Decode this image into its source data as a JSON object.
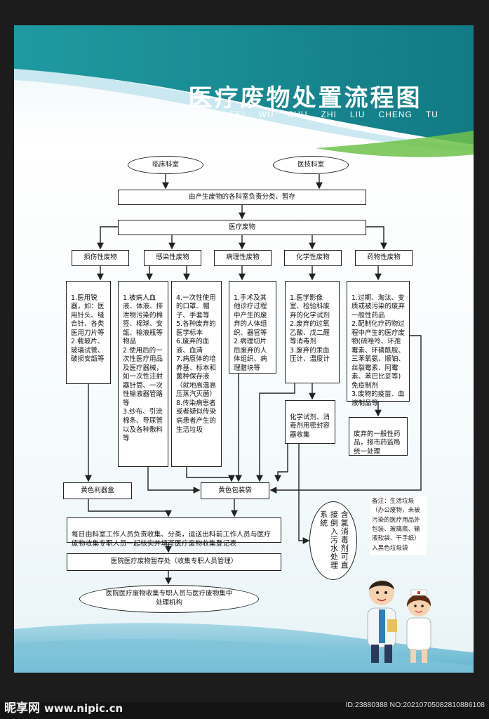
{
  "poster": {
    "title": "医疗废物处置流程图",
    "pinyin": [
      "YI",
      "LIAO",
      "FEI",
      "WU",
      "CHU",
      "ZHI",
      "LIU",
      "CHENG",
      "TU"
    ]
  },
  "flow": {
    "source_left": "临床科室",
    "source_right": "医技科室",
    "sort_step": "由产生废物的各科室负责分类、暂存",
    "medical_waste": "医疗废物",
    "categories": [
      "损伤性废物",
      "感染性废物",
      "病理性废物",
      "化学性废物",
      "药物性废物"
    ],
    "sharps_detail": "1.医用锐器，如：医用针头、缝合针、各类医用刀片等\n2.载玻片、玻璃试管、破损安瓿等",
    "infect_detail_a": "1.被病人血液、体液、排泄物污染的棉签、棉球、安瓿、输液瓶等物品\n2.使用后的一次性医疗用品及医疗器械，如一次性注射器针筒、一次性输液器管路等\n3.纱布、引流棉条、导尿管以及各种敷料等",
    "infect_detail_b": "4.一次性使用的口罩、帽子、手套等\n5.各种废弃的医学标本\n6.废弃的血液、血清\n7.病原体的培养基、标本和菌种保存液（就地高温高压蒸汽灭菌）\n8.传染病患者或者疑似传染病患者产生的生活垃圾",
    "patho_detail": "1.手术及其他诊疗过程中产生的废弃的人体组织、器官等\n2.病理切片后废弃的人体组织、病理腊块等",
    "chem_detail": "1.医学影像室、检验科废弃的化学试剂\n2.废弃的过氧乙酸、戊二醛等消毒剂\n3.废弃的汞血压计、温度计",
    "drug_detail": "1.过期、淘汰、变质或被污染的废弃一般性药品\n2.配制化疗药物过程中产生的医疗废物(硫唑呤、环孢霉素、环磷酰胺、三苯氧氨、顺铂、丝裂霉素、阿霉素、苯巴比妥等)免疫制剂\n3.废物的疫苗、血液制品等",
    "chem_sealed": "化学试剂、消毒剂用密封容器收集",
    "drug_general": "废弃的一般性药品，报市药监局统一处理",
    "sharps_box": "黄色利器盒",
    "yellow_bag": "黄色包装袋",
    "collect_step": "每日由科室工作人员负责收集、分类，运送出科前工作人员与医疗废物收集专职人员一起核实并填写医疗废物收集登记表",
    "temp_storage": "医院医疗废物暂存处（收集专职人员管理）",
    "final_step": "医院医疗废物收集专职人员与医疗废物集中处理机构",
    "chlorine_oval": "含氯消毒剂可直接倒入污水处理系统",
    "note": "备注：生活垃圾（办公废物，未被污染的医疗用品外包装、玻璃瓶、输液软袋、干手纸）入黑色垃圾袋"
  },
  "watermark": {
    "logo": "昵享网",
    "url": "www.nipic.cn",
    "ids": "ID:23880388 NO:20210705082810886108"
  },
  "colors": {
    "teal": "#1d8f95",
    "teal_dark": "#13707a",
    "line": "#222222",
    "title_text": "#ffffff"
  }
}
